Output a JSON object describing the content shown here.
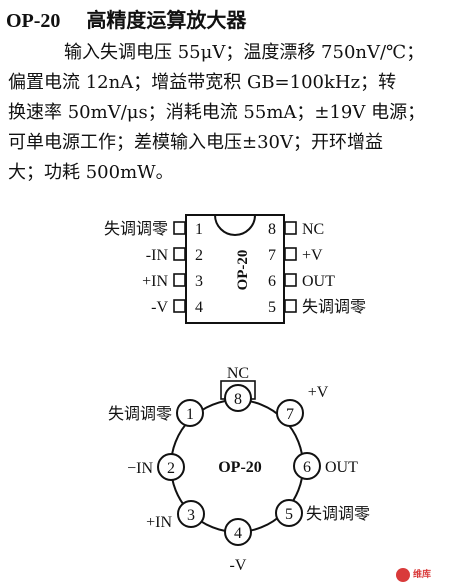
{
  "heading": {
    "model": "OP-20",
    "title": "高精度运算放大器"
  },
  "description_lines": [
    "输入失调电压 55μV；温度漂移 750nV/℃；",
    "偏置电流 12nA；增益带宽积 GB=100kHz；转",
    "换速率 50mV/μs；消耗电流 55mA；±19V 电源；",
    "可单电源工作；差模输入电压±30V；开环增益",
    "大；功耗 500mW。"
  ],
  "dip_package": {
    "label": "OP-20",
    "pins": [
      {
        "num": "1",
        "name": "失调调零"
      },
      {
        "num": "2",
        "name": "-IN"
      },
      {
        "num": "3",
        "name": "+IN"
      },
      {
        "num": "4",
        "name": "-V"
      },
      {
        "num": "5",
        "name": "失调调零"
      },
      {
        "num": "6",
        "name": "OUT"
      },
      {
        "num": "7",
        "name": "+V"
      },
      {
        "num": "8",
        "name": "NC"
      }
    ]
  },
  "can_package": {
    "label": "OP-20",
    "pins": [
      {
        "num": "1",
        "name": "失调调零"
      },
      {
        "num": "2",
        "name": "−IN"
      },
      {
        "num": "3",
        "name": "+IN"
      },
      {
        "num": "4",
        "name": "-V"
      },
      {
        "num": "5",
        "name": "失调调零"
      },
      {
        "num": "6",
        "name": "OUT"
      },
      {
        "num": "7",
        "name": "+V"
      },
      {
        "num": "8",
        "name": "NC"
      }
    ]
  },
  "watermark": {
    "text": "维库"
  },
  "colors": {
    "ink": "#111111",
    "watermark": "#d93a3a"
  }
}
